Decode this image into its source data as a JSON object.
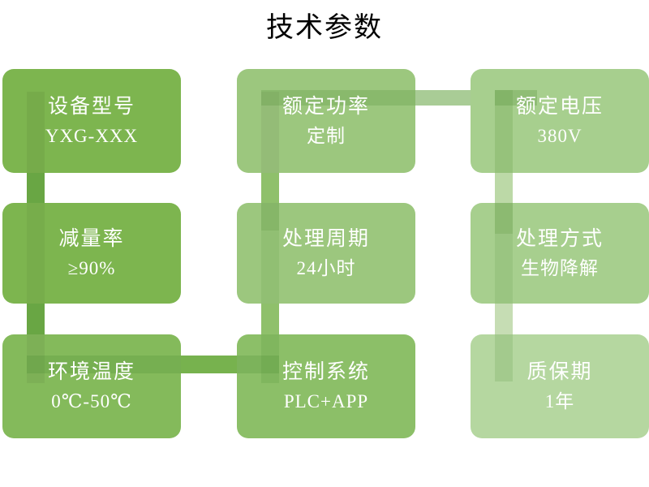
{
  "title": "技术参数",
  "theme": {
    "background": "#ffffff",
    "title_color": "#000000",
    "card_text_color": "#ffffff",
    "green_dark": "#7DB54F",
    "green_mid": "#8CBF68",
    "green_light": "#A7CF8E",
    "green_pale": "#BCD9A7",
    "connector_dark": "#69A644",
    "connector_mid": "#8FC06B",
    "connector_light": "#A9CC96",
    "connector_pale": "#C6DDB4"
  },
  "cards": [
    {
      "id": "device-model",
      "label": "设备型号",
      "value": "YXG-XXX",
      "value_latin": true,
      "color": "#7DB54F"
    },
    {
      "id": "rated-power",
      "label": "额定功率",
      "value": "定制",
      "value_latin": false,
      "color": "#9CC77E"
    },
    {
      "id": "rated-voltage",
      "label": "额定电压",
      "value": "380V",
      "value_latin": true,
      "color": "#A7CF8E"
    },
    {
      "id": "reduction-rate",
      "label": "减量率",
      "value": "≥90%",
      "value_latin": true,
      "color": "#7DB54F"
    },
    {
      "id": "treatment-cycle",
      "label": "处理周期",
      "value": "24小时",
      "value_latin": false,
      "color": "#9CC77E"
    },
    {
      "id": "treatment-method",
      "label": "处理方式",
      "value": "生物降解",
      "value_latin": false,
      "color": "#A7CF8E"
    },
    {
      "id": "ambient-temperature",
      "label": "环境温度",
      "value": "0℃-50℃",
      "value_latin": true,
      "color": "#84BA5B"
    },
    {
      "id": "control-system",
      "label": "控制系统",
      "value": "PLC+APP",
      "value_latin": true,
      "color": "#8CBF68"
    },
    {
      "id": "warranty-period",
      "label": "质保期",
      "value": "1年",
      "value_latin": false,
      "color": "#B5D7A0"
    }
  ]
}
